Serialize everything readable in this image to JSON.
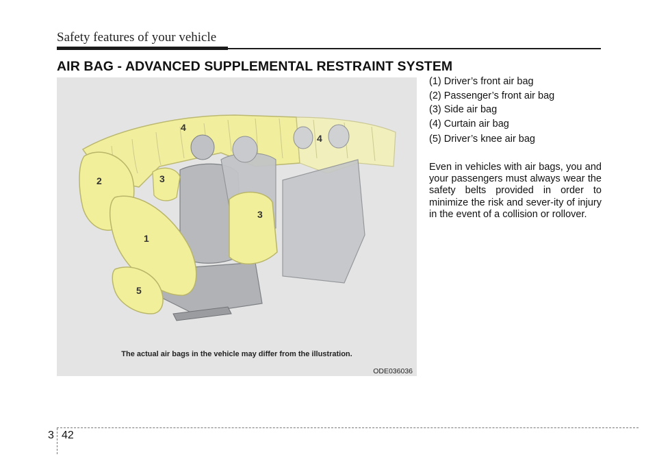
{
  "header": {
    "section_name": "Safety features of your vehicle"
  },
  "page_title": "AIR BAG - ADVANCED SUPPLEMENTAL RESTRAINT SYSTEM",
  "figure": {
    "caption": "The actual air bags in the vehicle may differ from the illustration.",
    "code": "ODE036036",
    "labels": [
      "4",
      "4",
      "2",
      "3",
      "3",
      "1",
      "5"
    ],
    "colors": {
      "background": "#e4e4e4",
      "airbag_fill": "#f2ef9a",
      "airbag_stroke": "#b9b66a",
      "seat": "#b7b9bc"
    }
  },
  "legend": [
    "(1) Driver’s front air bag",
    "(2) Passenger’s front air bag",
    "(3) Side air bag",
    "(4) Curtain air bag",
    "(5) Driver’s knee air bag"
  ],
  "body_text": "Even in vehicles with air bags, you and your passengers must always wear the safety belts provided in order to minimize the risk and sever-ity of injury in the event of a collision or rollover.",
  "footer": {
    "chapter": "3",
    "page": "42"
  }
}
